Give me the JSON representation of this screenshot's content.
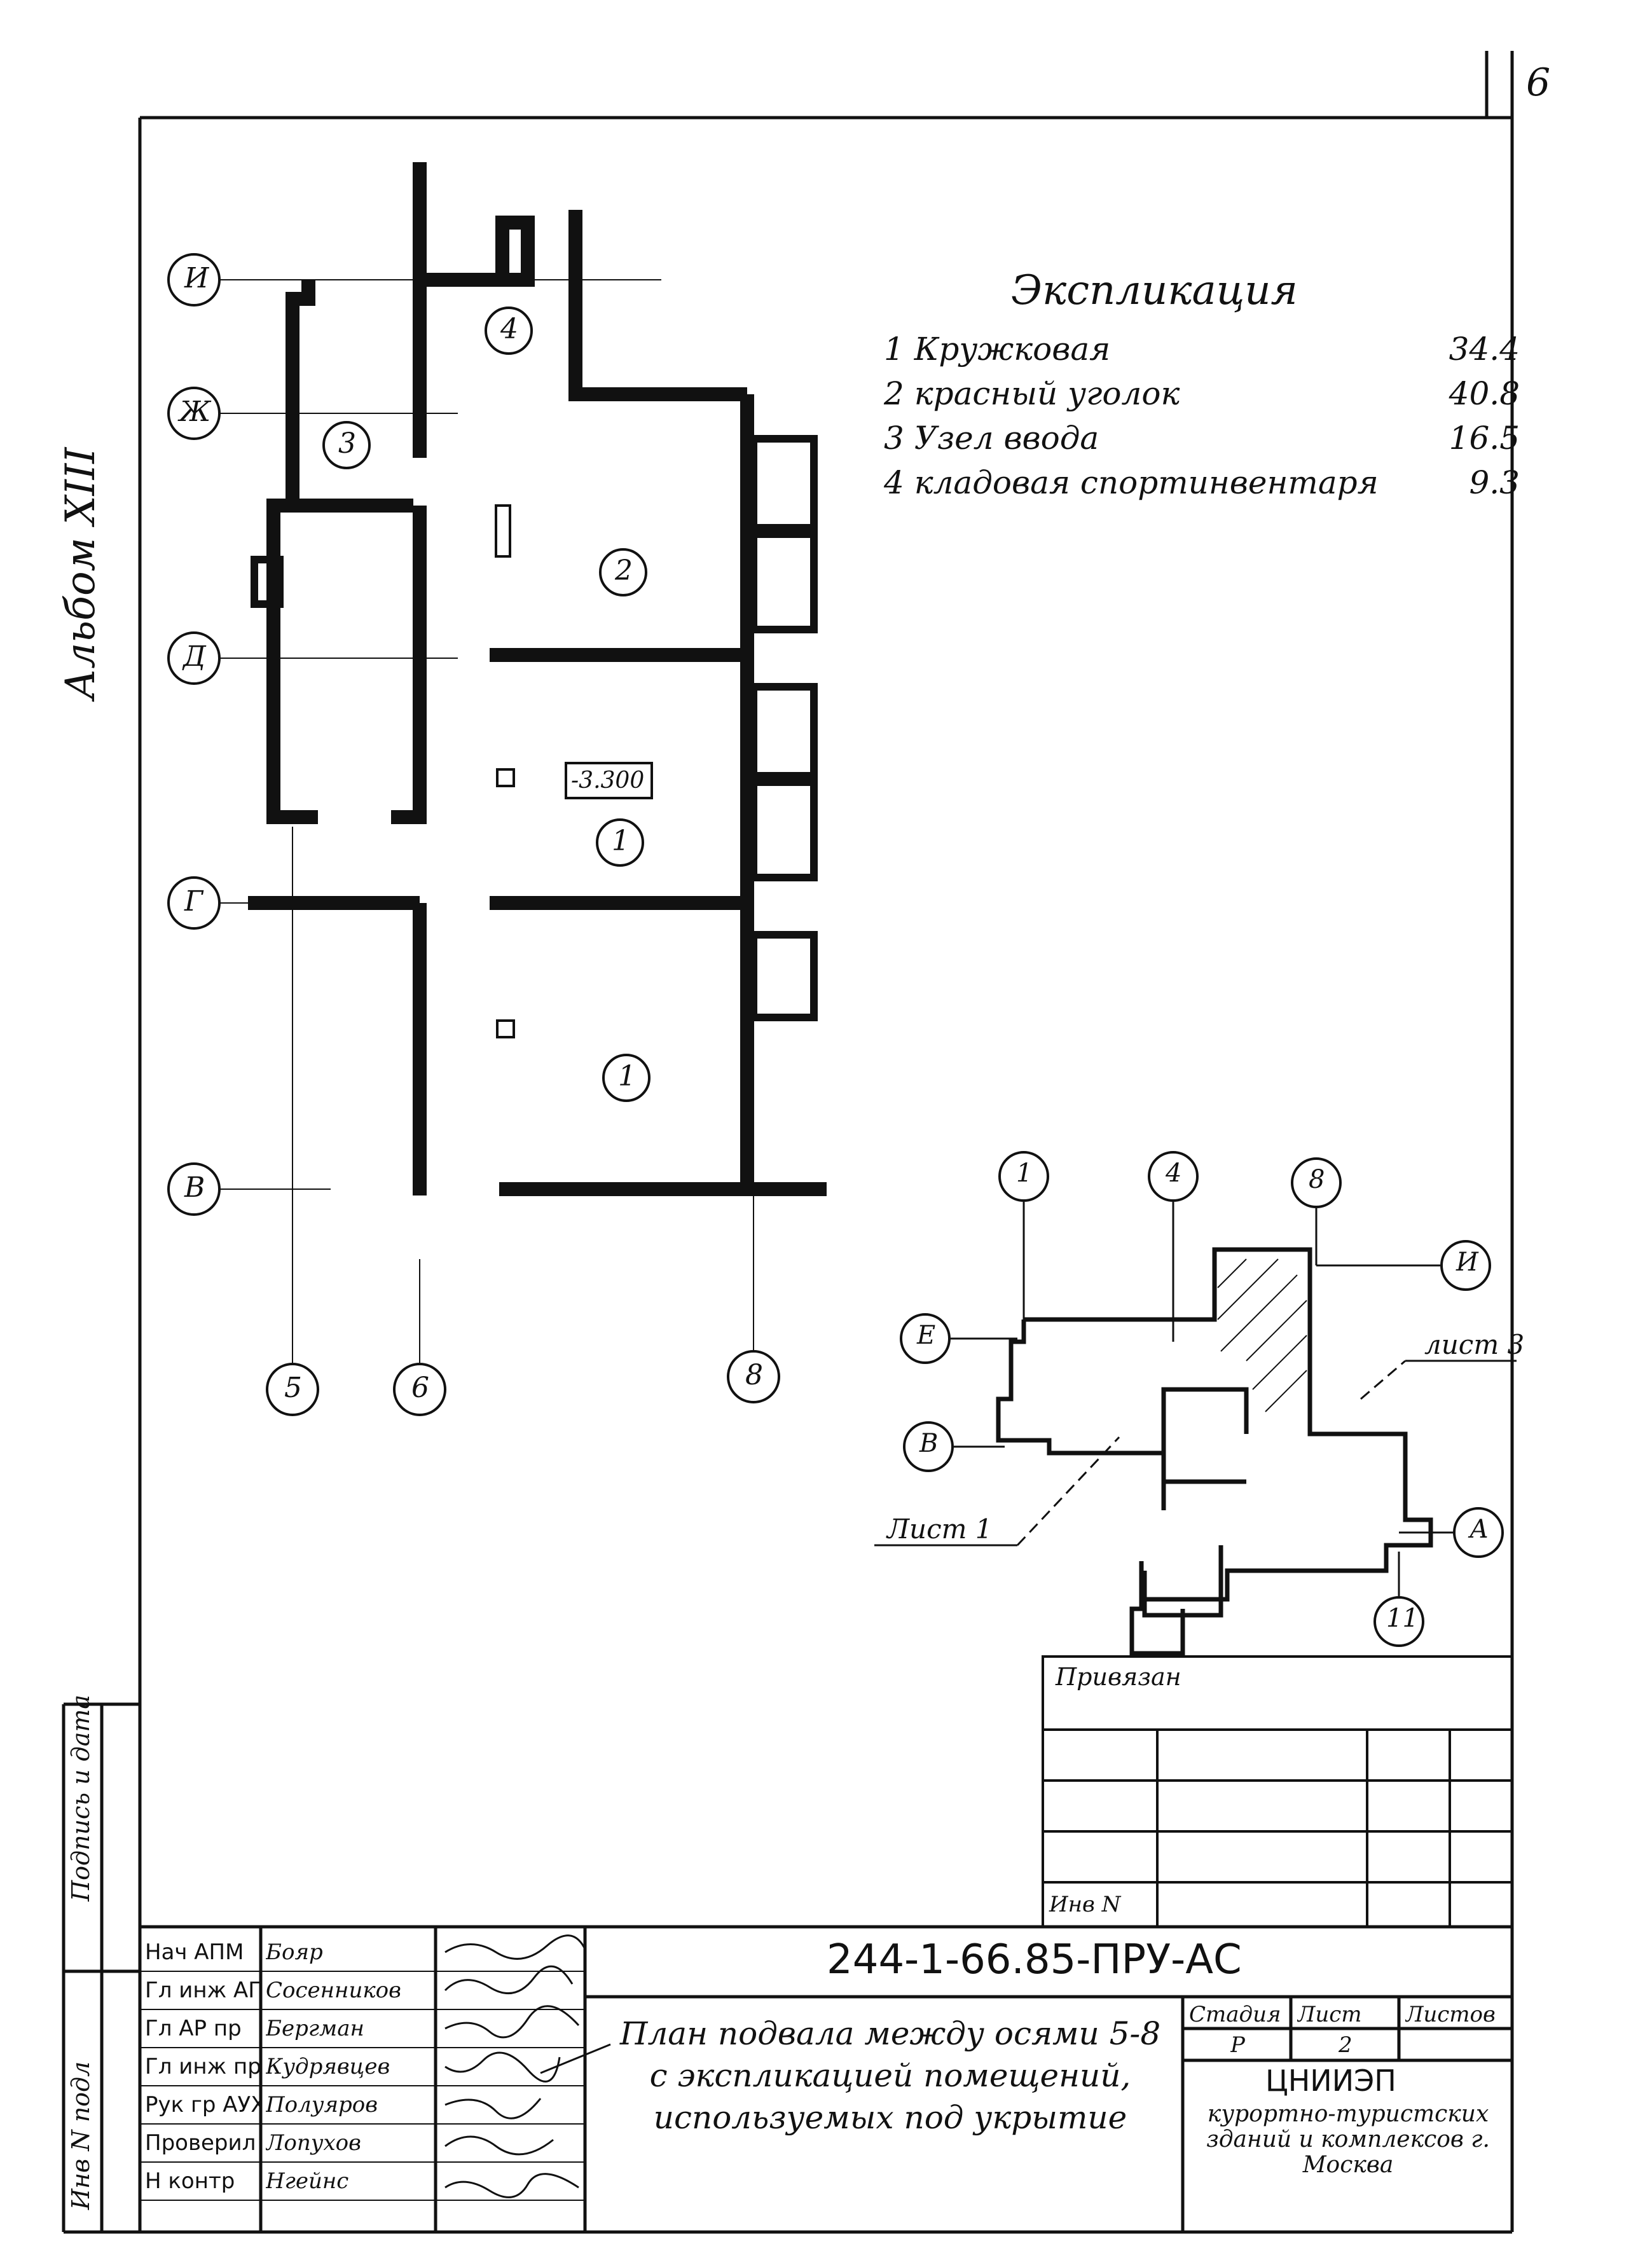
{
  "sheet_number": "6",
  "album": "Альбом XIII",
  "side_stamp": {
    "signature_date": "Подпись и дата",
    "inventory_original": "Инв N подл"
  },
  "plan": {
    "axes_letters": [
      "И",
      "Ж",
      "Д",
      "Г",
      "В"
    ],
    "axes_numbers": [
      "5",
      "6",
      "8"
    ],
    "rooms": [
      "4",
      "3",
      "2",
      "1",
      "1"
    ],
    "elevation": "-3.300"
  },
  "explication": {
    "title": "Экспликация",
    "rows": [
      {
        "num": "1",
        "name": "Кружковая",
        "area": "34.4"
      },
      {
        "num": "2",
        "name": "красный уголок",
        "area": "40.8"
      },
      {
        "num": "3",
        "name": "Узел ввода",
        "area": "16.5"
      },
      {
        "num": "4",
        "name": "кладовая спортинвентаря",
        "area": "9.3"
      }
    ]
  },
  "key_plan": {
    "axes": [
      "1",
      "4",
      "8",
      "И",
      "Е",
      "В",
      "А",
      "11"
    ],
    "sheet1": "Лист 1",
    "sheet3": "лист 3"
  },
  "binding_box": {
    "tied": "Привязан",
    "inv": "Инв N"
  },
  "title_block": {
    "code": "244-1-66.85-ПРУ-АС",
    "roles": [
      "Нач АПМ",
      "Гл инж АПМ",
      "Гл АР пр",
      "Гл инж пр",
      "Рук гр АУХ",
      "Проверил",
      "Н контр"
    ],
    "names": [
      "Бояр",
      "Сосенников",
      "Бергман",
      "Кудрявцев",
      "Полуяров",
      "Лопухов",
      "Нгейнс"
    ],
    "description": "План подвала между осями 5-8 с экспликацией помещений, используемых под укрытие",
    "stage_label": "Стадия",
    "sheet_label": "Лист",
    "sheets_label": "Листов",
    "stage": "Р",
    "sheet": "2",
    "org": "ЦНИИЭП",
    "org_sub": "курортно-туристских зданий и комплексов г. Москва"
  }
}
